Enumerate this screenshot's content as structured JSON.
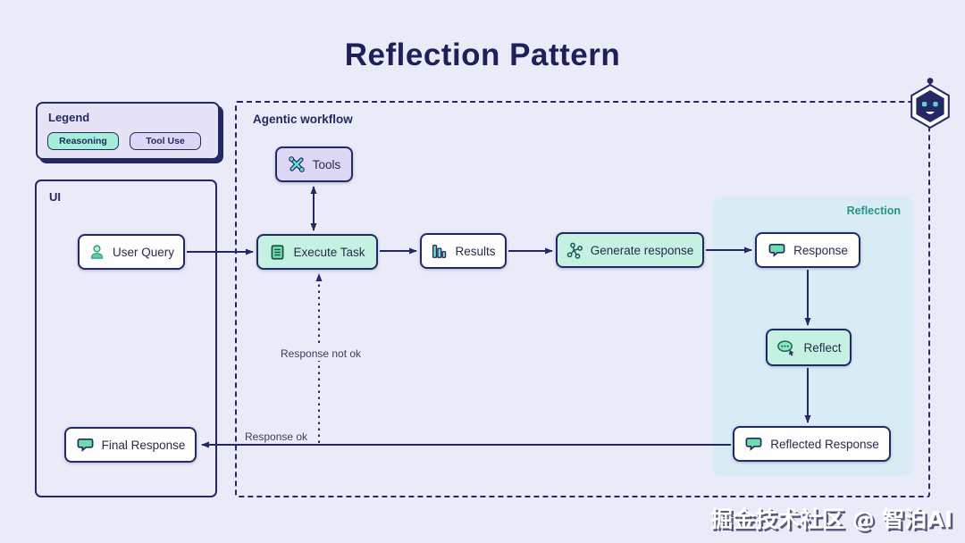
{
  "page": {
    "title": "Reflection Pattern",
    "watermark": "掘金技术社区 @ 智泊AI"
  },
  "legend": {
    "title": "Legend",
    "items": [
      {
        "label": "Reasoning",
        "color": "#a5efd9"
      },
      {
        "label": "Tool Use",
        "color": "#dcd7f5"
      }
    ]
  },
  "ui_panel": {
    "label": "UI",
    "user_query": "User Query",
    "final_response": "Final Response"
  },
  "workflow": {
    "label": "Agentic workflow",
    "tools": "Tools",
    "execute_task": "Execute Task",
    "results": "Results",
    "generate_response": "Generate response",
    "response_ok_label": "Response ok",
    "response_not_ok_label": "Response not ok"
  },
  "reflection": {
    "label": "Reflection",
    "response": "Response",
    "reflect": "Reflect",
    "reflected_response": "Reflected Response"
  },
  "icons": {
    "user_query": "person-icon",
    "execute_task": "document-list-icon",
    "results": "bar-chart-icon",
    "generate_response": "network-icon",
    "tools": "crossed-tools-icon",
    "response": "speech-bubble-icon",
    "reflect": "thought-cloud-icon",
    "reflected_response": "speech-bubble-icon",
    "final_response": "speech-bubble-icon",
    "corner": "robot-hexagon-icon"
  },
  "colors": {
    "page_bg": "#e9ebf9",
    "border_navy": "#232a63",
    "mint_node": "#c4f1e2",
    "lavender_node": "#dcd7f5",
    "white_node": "#fdfdfe",
    "reflection_bg": "#d9ecf5",
    "reflection_label": "#259688",
    "title_text": "#1d2158",
    "icon_teal": "#63cfa9"
  },
  "edges": [
    {
      "from": "User Query",
      "to": "Execute Task",
      "style": "solid"
    },
    {
      "from": "Execute Task",
      "to": "Tools",
      "style": "solid-double-arrow"
    },
    {
      "from": "Execute Task",
      "to": "Results",
      "style": "solid"
    },
    {
      "from": "Results",
      "to": "Generate response",
      "style": "solid"
    },
    {
      "from": "Generate response",
      "to": "Response",
      "style": "solid"
    },
    {
      "from": "Response",
      "to": "Reflect",
      "style": "solid"
    },
    {
      "from": "Reflect",
      "to": "Reflected Response",
      "style": "solid"
    },
    {
      "from": "Reflected Response",
      "to": "Final Response",
      "style": "solid",
      "label": "Response ok"
    },
    {
      "from": "Reflected Response",
      "to": "Execute Task",
      "style": "dotted",
      "label": "Response not ok"
    }
  ]
}
